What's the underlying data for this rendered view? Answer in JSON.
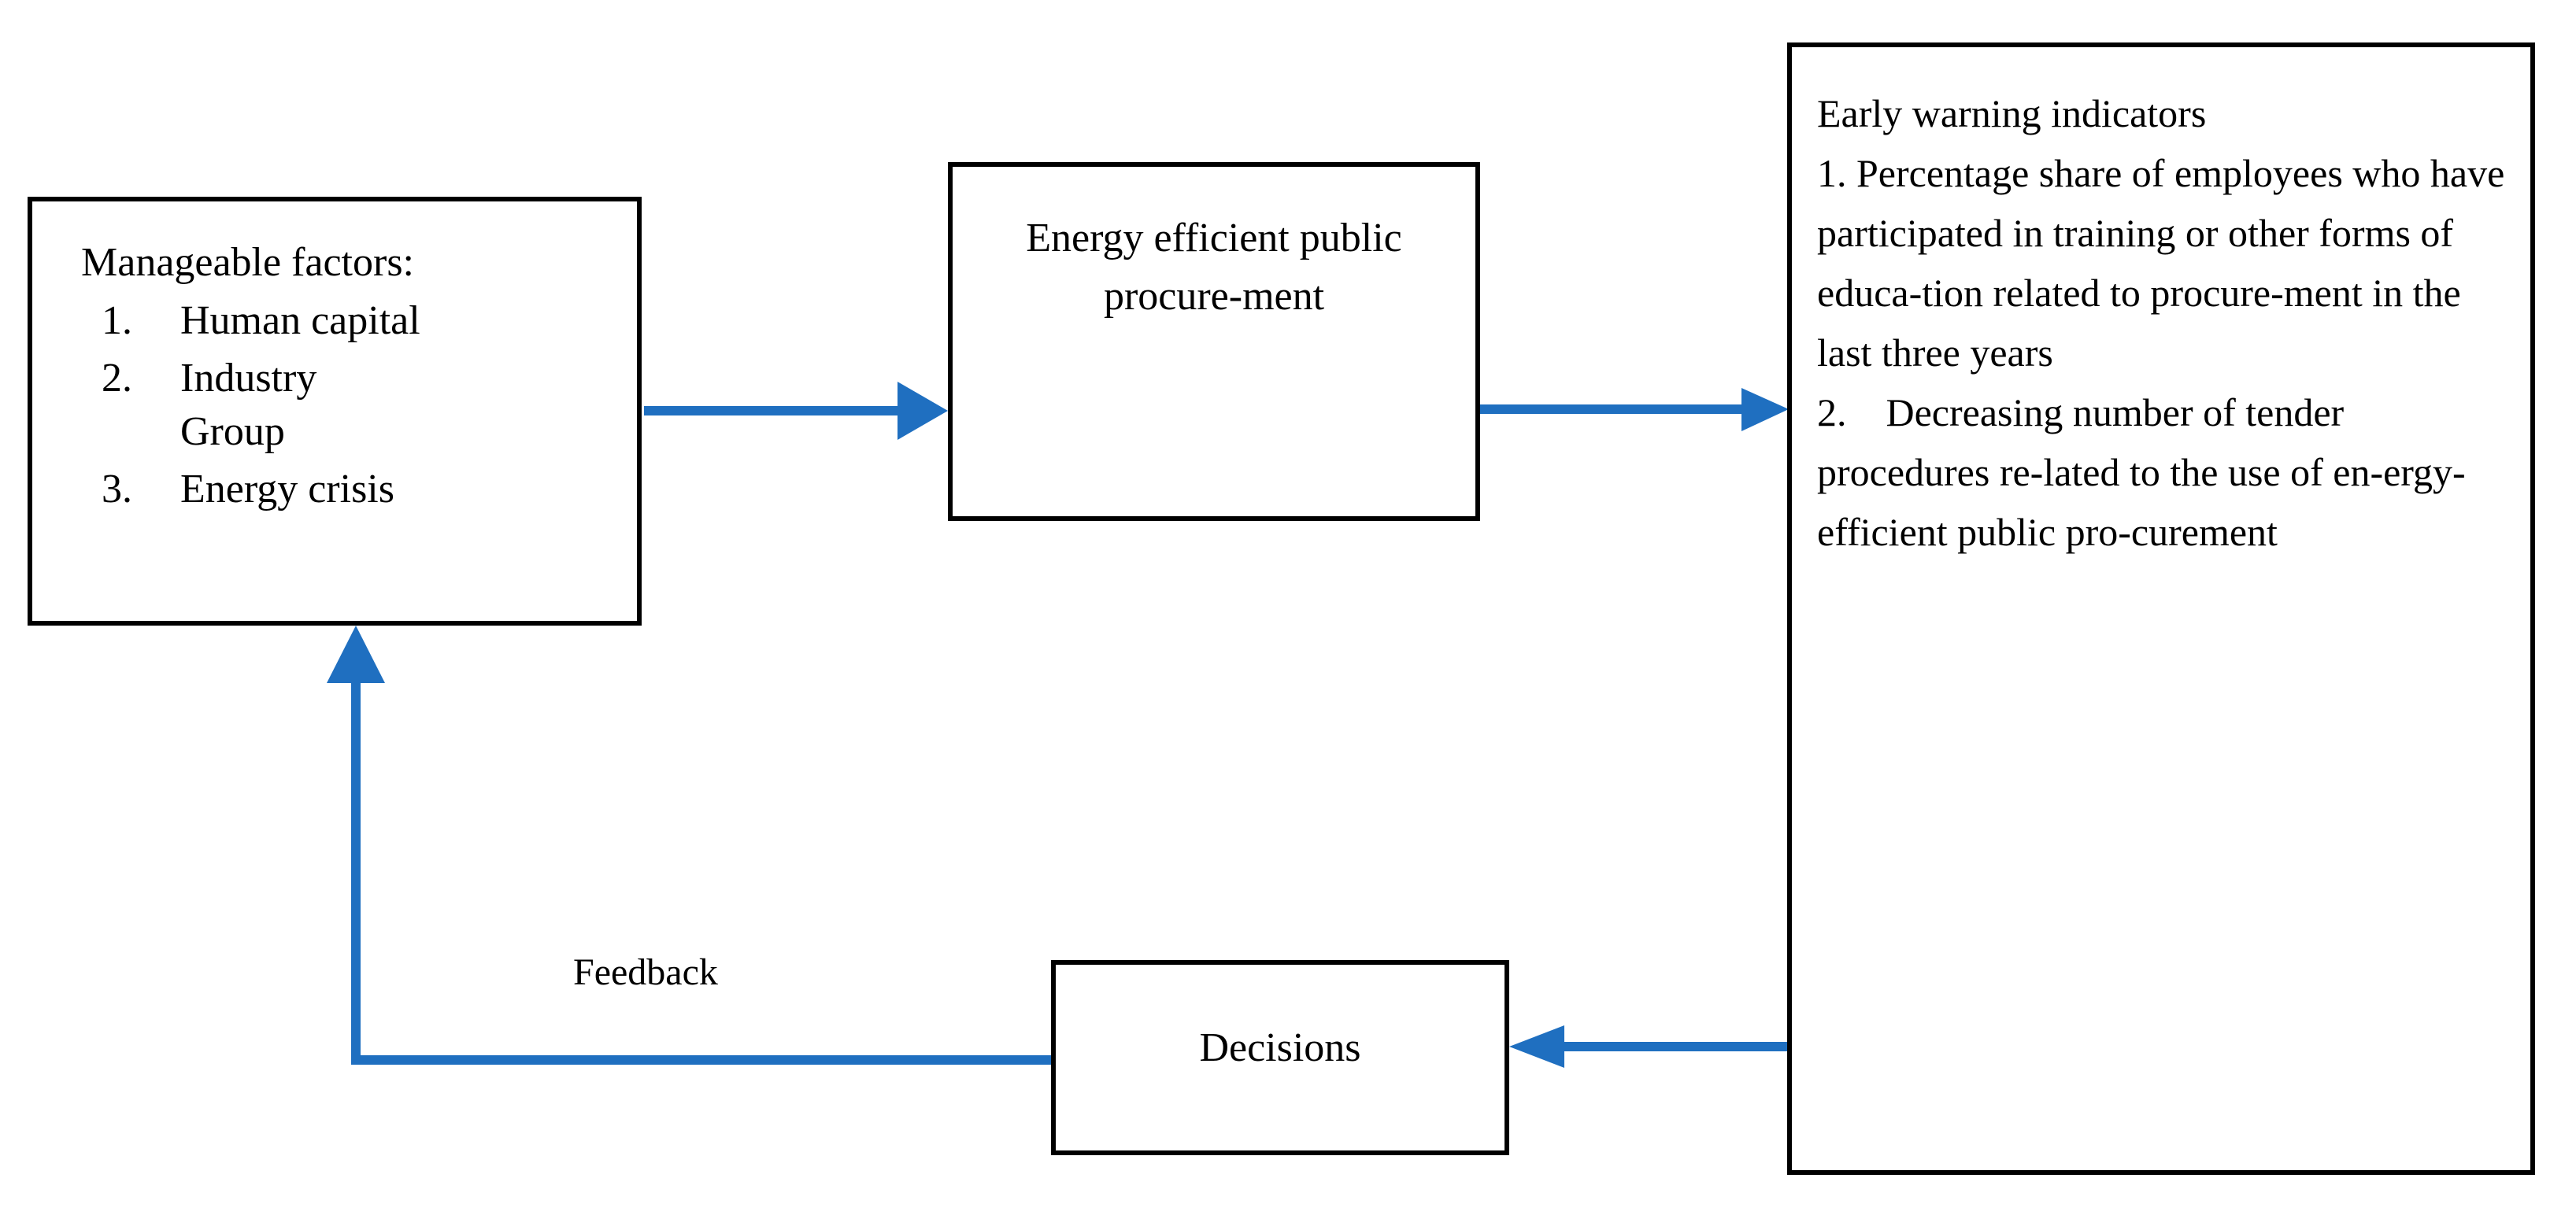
{
  "diagram": {
    "title_text_blocks": {
      "factors": {
        "heading": "Manageable factors:",
        "items": [
          {
            "num": "1.",
            "label": "Human capital"
          },
          {
            "num": "2.",
            "label": "Industry\nGroup"
          },
          {
            "num": "3.",
            "label": "Energy crisis"
          }
        ]
      },
      "eepp": {
        "text": "Energy efficient public procure-ment"
      },
      "indicators": {
        "text": "Early warning indicators\n1. Percentage share of employees who have participated in training or other forms of educa-tion related to procure-ment in the last three years\n2. Decreasing number of tender procedures re-lated to the use of en-ergy-efficient public pro-curement"
      },
      "decisions": {
        "text": "Decisions"
      }
    },
    "labels": {
      "feedback": "Feedback"
    },
    "colors": {
      "arrow_blue": "#1F6FC0",
      "box_border": "#000000",
      "text": "#000000",
      "background": "#FFFFFF"
    },
    "connectors": [
      {
        "name": "factors-to-eepp",
        "direction": "right",
        "from": "Manageable factors",
        "to": "Energy efficient public procurement"
      },
      {
        "name": "eepp-to-indicators",
        "direction": "right",
        "from": "Energy efficient public procurement",
        "to": "Early warning indicators"
      },
      {
        "name": "indicators-to-decisions",
        "direction": "left",
        "from": "Early warning indicators",
        "to": "Decisions"
      },
      {
        "name": "decisions-to-factors-feedback",
        "direction": "up",
        "from": "Decisions",
        "to": "Manageable factors",
        "label": "Feedback"
      }
    ]
  }
}
